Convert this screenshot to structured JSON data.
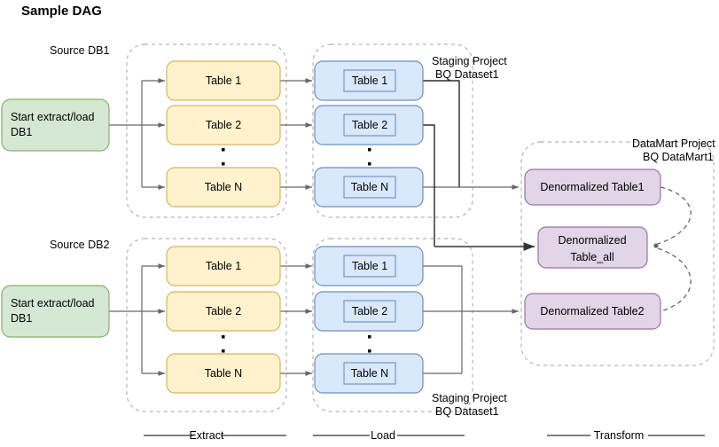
{
  "title": "Sample DAG",
  "sources": [
    {
      "label": "Source DB1",
      "start_node": "Start extract/load\nDB1",
      "start_line1": "Start extract/load",
      "start_line2": "DB1"
    },
    {
      "label": "Source DB2",
      "start_node": "Start extract/load\nDB1",
      "start_line1": "Start extract/load",
      "start_line2": "DB1"
    }
  ],
  "extract": {
    "group_name": "extract-group",
    "tables_db1": [
      "Table 1",
      "Table 2",
      "Table N"
    ],
    "tables_db2": [
      "Table 1",
      "Table 2",
      "Table N"
    ]
  },
  "load": {
    "group_label_top_line1": "Staging Project",
    "group_label_top_line2": "BQ Dataset1",
    "group_label_bottom_line1": "Staging Project",
    "group_label_bottom_line2": "BQ Dataset1",
    "tables_db1": [
      "Table 1",
      "Table 2",
      "Table N"
    ],
    "tables_db2": [
      "Table 1",
      "Table 2",
      "Table N"
    ]
  },
  "transform": {
    "group_label_line1": "DataMart Project",
    "group_label_line2": "BQ DataMart1",
    "nodes": [
      {
        "id": "denorm-table1",
        "text": "Denormalized Table1"
      },
      {
        "id": "denorm-table-all",
        "line1": "Denormalized",
        "line2": "Table_all"
      },
      {
        "id": "denorm-table2",
        "text": "Denormalized Table2"
      }
    ]
  },
  "stages": [
    {
      "name": "extract",
      "label": "Extract"
    },
    {
      "name": "load",
      "label": "Load"
    },
    {
      "name": "transform",
      "label": "Transform"
    }
  ],
  "colors": {
    "green_fill": "#d5e8d4",
    "green_stroke": "#82b366",
    "yellow_fill": "#fff2cc",
    "yellow_stroke": "#d6b656",
    "blue_fill": "#dae8fc",
    "blue_stroke": "#6c8ebf",
    "purple_fill": "#e1d5e7",
    "purple_stroke": "#9673a6",
    "group_stroke": "#b3b3b3",
    "edge_stroke": "#666666",
    "background": "#ffffff"
  }
}
